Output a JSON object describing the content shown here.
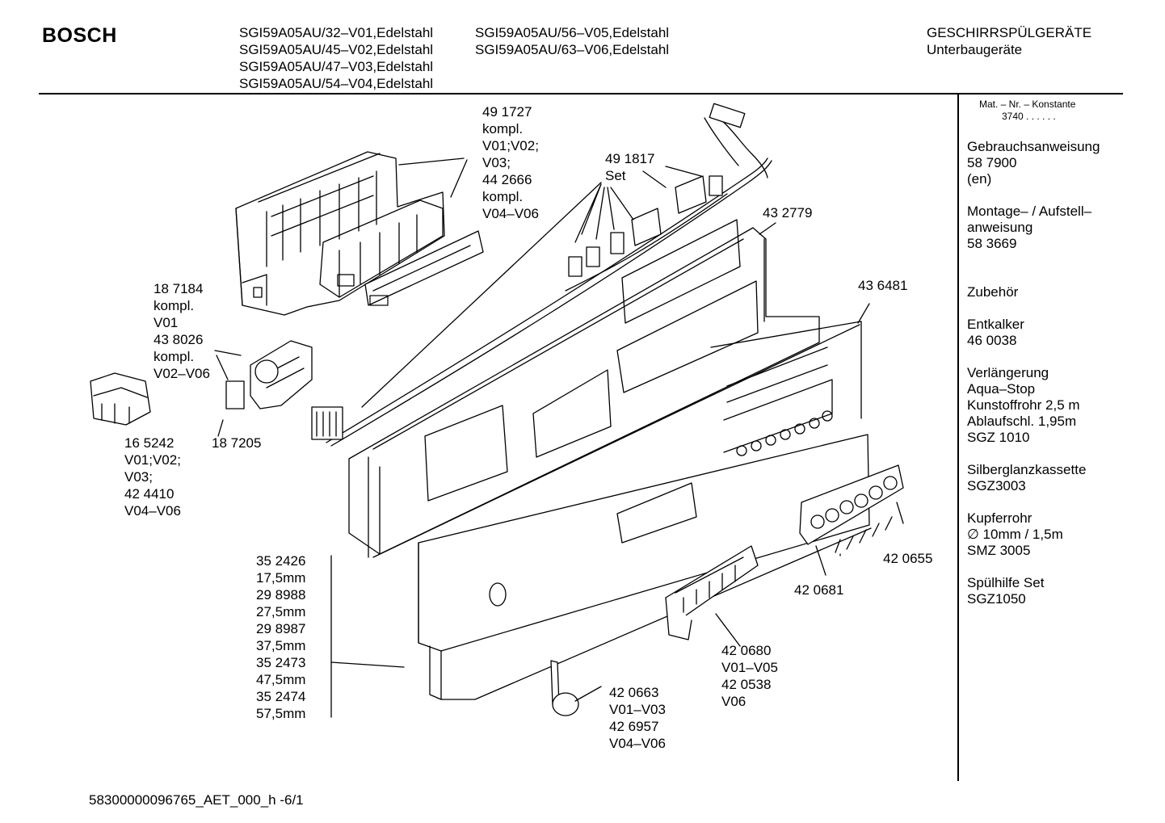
{
  "header": {
    "brand": "BOSCH",
    "models_left": [
      "SGI59A05AU/32–V01,Edelstahl",
      "SGI59A05AU/45–V02,Edelstahl",
      "SGI59A05AU/47–V03,Edelstahl",
      "SGI59A05AU/54–V04,Edelstahl"
    ],
    "models_right": [
      "SGI59A05AU/56–V05,Edelstahl",
      "SGI59A05AU/63–V06,Edelstahl"
    ],
    "category": "GESCHIRRSPÜLGERÄTE",
    "subcategory": "Unterbaugeräte"
  },
  "sidebar": {
    "mat_label": "Mat. – Nr. – Konstante",
    "mat_value": "3740 . .  . . . .",
    "groups": [
      [
        "Gebrauchsanweisung",
        "58 7900",
        "(en)"
      ],
      [
        "Montage– / Aufstell–",
        "anweisung",
        "58 3669"
      ],
      [
        "Zubehör"
      ],
      [
        "Entkalker",
        "46 0038"
      ],
      [
        "Verlängerung",
        "Aqua–Stop",
        "Kunstoffrohr 2,5 m",
        "Ablaufschl. 1,95m",
        "SGZ 1010"
      ],
      [
        "Silberglanzkassette",
        "SGZ3003"
      ],
      [
        "Kupferrohr",
        "∅ 10mm / 1,5m",
        "SMZ 3005"
      ],
      [
        "Spülhilfe Set",
        "SGZ1050"
      ]
    ]
  },
  "labels": {
    "l491727": [
      "49 1727",
      "kompl.",
      "V01;V02;",
      "V03;",
      "44 2666",
      "kompl.",
      "V04–V06"
    ],
    "l491817": [
      "49 1817",
      "Set"
    ],
    "l432779": [
      "43 2779"
    ],
    "l436481": [
      "43 6481"
    ],
    "l187184": [
      "18 7184",
      "kompl.",
      "V01",
      "43 8026",
      "kompl.",
      "V02–V06"
    ],
    "l165242": [
      "16 5242",
      "V01;V02;",
      "V03;",
      "42 4410",
      "V04–V06"
    ],
    "l187205": [
      "18 7205"
    ],
    "l352426": [
      "35 2426",
      "17,5mm",
      "29 8988",
      "27,5mm",
      "29 8987",
      "37,5mm",
      "35 2473",
      "47,5mm",
      "35 2474",
      "57,5mm"
    ],
    "l420655": [
      "42 0655"
    ],
    "l420681": [
      "42 0681"
    ],
    "l420680": [
      "42 0680",
      "V01–V05",
      "42 0538",
      "V06"
    ],
    "l420663": [
      "42 0663",
      "V01–V03",
      "42 6957",
      "V04–V06"
    ]
  },
  "footer": {
    "code": "58300000096765_AET_000_h  -6/1"
  }
}
